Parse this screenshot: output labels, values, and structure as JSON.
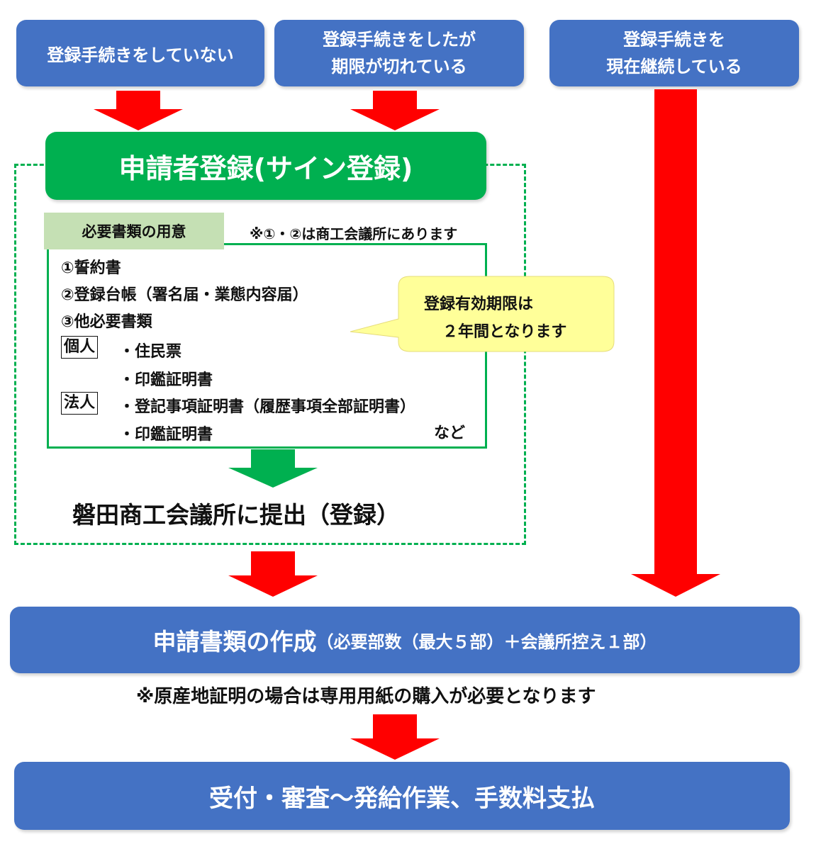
{
  "colors": {
    "blue": "#4472c4",
    "green": "#00b050",
    "red": "#ff0000",
    "callout": "#ffff99",
    "label_bg": "#c5e0b4"
  },
  "top_boxes": {
    "not_registered": "登録手続きをしていない",
    "expired_line1": "登録手続きをしたが",
    "expired_line2": "期限が切れている",
    "continuing_line1": "登録手続きを",
    "continuing_line2": "現在継続している"
  },
  "registration": {
    "title": "申請者登録(サイン登録)",
    "docs_label": "必要書類の用意",
    "note": "※①・②は商工会議所にあります",
    "items": {
      "item1": "①誓約書",
      "item2": "②登録台帳（署名届・業態内容届）",
      "item3": "③他必要書類",
      "individual_tag": "個人",
      "individual_doc1": "・住民票",
      "individual_doc2": "・印鑑証明書",
      "corporate_tag": "法人",
      "corporate_doc1": "・登記事項証明書（履歴事項全部証明書）",
      "corporate_doc2": "・印鑑証明書",
      "etc": "など"
    },
    "callout_line1": "登録有効期限は",
    "callout_line2": "２年間となります",
    "submit": "磐田商工会議所に提出（登録）"
  },
  "application": {
    "title": "申請書類の作成",
    "detail": "（必要部数（最大５部）＋会議所控え１部）",
    "note": "※原産地証明の場合は専用用紙の購入が必要となります"
  },
  "final": {
    "label": "受付・審査～発給作業、手数料支払"
  }
}
